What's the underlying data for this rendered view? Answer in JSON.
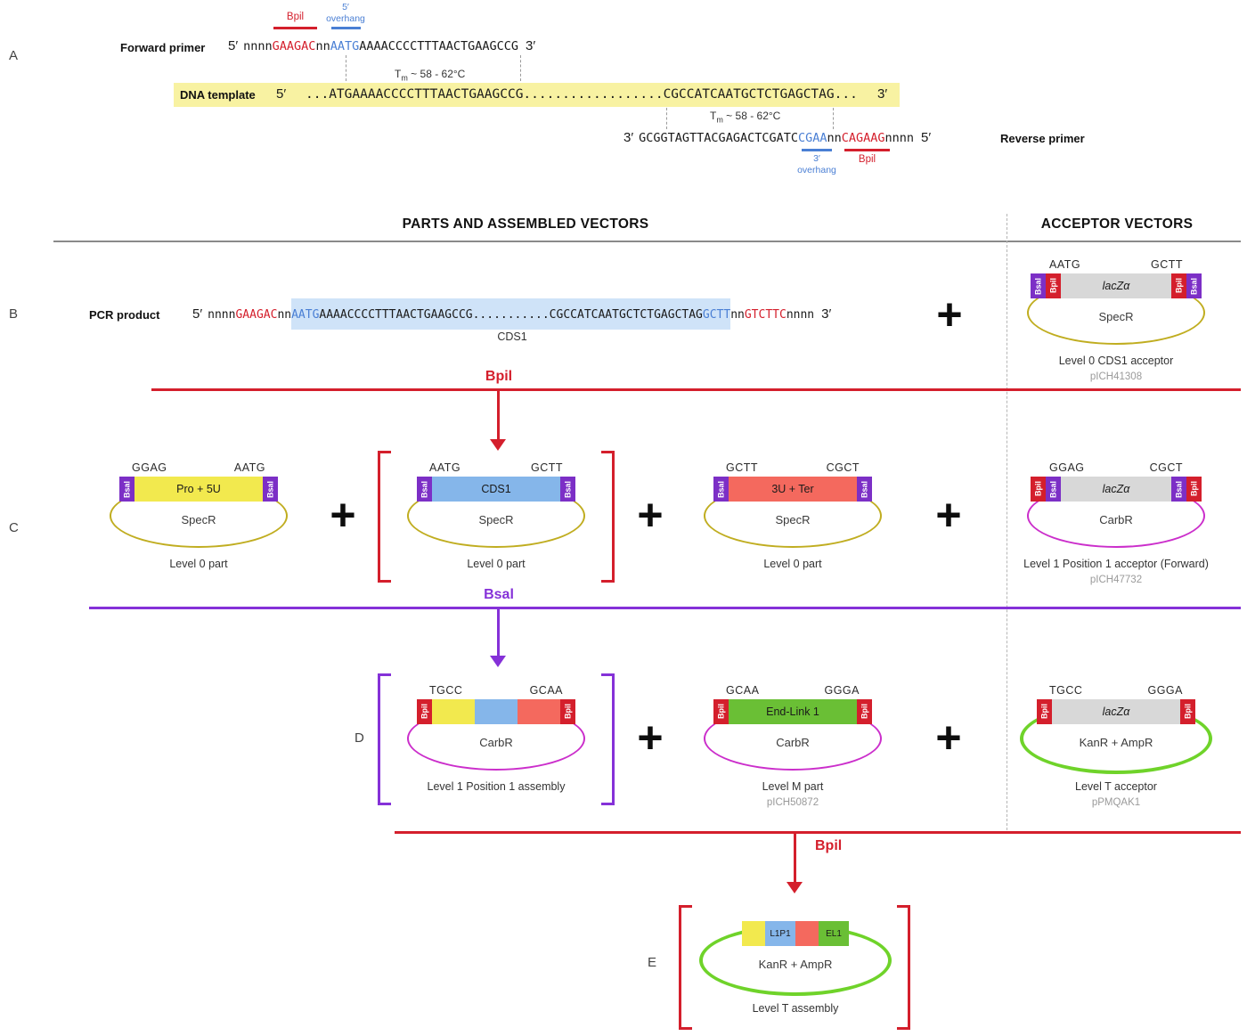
{
  "plus": "+",
  "headers": {
    "left": "PARTS AND ASSEMBLED VECTORS",
    "right": "ACCEPTOR VECTORS"
  },
  "step1": {
    "enzyme": "Bpil"
  },
  "step2": {
    "enzyme": "Bsal"
  },
  "step3": {
    "enzyme": "Bpil"
  },
  "panelA": {
    "label": "A",
    "tm": {
      "t": "T",
      "sub": "m",
      "rest": " ~ 58 - 62°C"
    },
    "forward": {
      "label": "Forward primer",
      "bpil_tag": "Bpil",
      "overhang_tag1": "5′",
      "overhang_tag2": "overhang",
      "seq": {
        "p5": "5′",
        "n1": "nnnn",
        "bpil": "GAAGAC",
        "n2": "nn",
        "oh": "AATG",
        "body": "AAAACCCCTTTAACTGAAGCCG",
        "p3": "3′"
      }
    },
    "template": {
      "label": "DNA template",
      "p5": "5′",
      "seq": "...ATGAAAACCCCTTTAACTGAAGCCG..................CGCCATCAATGCTCTGAGCTAG...",
      "p3": "3′"
    },
    "reverse": {
      "label": "Reverse primer",
      "bpil_tag": "Bpil",
      "overhang_tag1": "3′",
      "overhang_tag2": "overhang",
      "seq": {
        "p3": "3′",
        "s1": "GCGGTAGTTACGAGACTCGATC",
        "oh": "CGAA",
        "n1": "nn",
        "bpil": "CAGAAG",
        "n2": "nnnn",
        "p5": "5′"
      }
    }
  },
  "panelB": {
    "label": "B",
    "pcr_label": "PCR product",
    "cds_label": "CDS1",
    "seq": {
      "p5": "5′",
      "n1": "nnnn",
      "r1": "GAAGAC",
      "n2": "nn",
      "oh1": "AATG",
      "body": "AAAACCCCTTTAACTGAAGCCG...........CGCCATCAATGCTCTGAGCTAG",
      "oh2": "GCTT",
      "n3": "nn",
      "r2": "GTCTTC",
      "n4": "nnnn",
      "p3": "3′"
    },
    "acceptor": {
      "oh_l": "AATG",
      "oh_r": "GCTT",
      "flag_outer": "Bsal",
      "flag_inner": "Bpil",
      "insert": "lacZα",
      "name": "SpecR",
      "caption": "Level 0 CDS1 acceptor",
      "plasmid_id": "pICH41308"
    }
  },
  "panelC": {
    "label": "C",
    "part1": {
      "oh_l": "GGAG",
      "oh_r": "AATG",
      "flag": "Bsal",
      "box": "Pro + 5U",
      "name": "SpecR",
      "caption": "Level 0 part"
    },
    "part2": {
      "oh_l": "AATG",
      "oh_r": "GCTT",
      "flag": "Bsal",
      "box": "CDS1",
      "name": "SpecR",
      "caption": "Level 0 part"
    },
    "part3": {
      "oh_l": "GCTT",
      "oh_r": "CGCT",
      "flag": "Bsal",
      "box": "3U + Ter",
      "name": "SpecR",
      "caption": "Level 0 part"
    },
    "acceptor": {
      "oh_l": "GGAG",
      "oh_r": "CGCT",
      "flag_outer": "Bpil",
      "flag_inner": "Bsal",
      "insert": "lacZα",
      "name": "CarbR",
      "caption": "Level 1 Position 1 acceptor (Forward)",
      "plasmid_id": "pICH47732"
    }
  },
  "panelD": {
    "label": "D",
    "assembly1": {
      "oh_l": "TGCC",
      "oh_r": "GCAA",
      "flag": "Bpil",
      "name": "CarbR",
      "caption": "Level 1 Position 1 assembly"
    },
    "part2": {
      "oh_l": "GCAA",
      "oh_r": "GGGA",
      "flag": "Bpil",
      "box": "End-Link 1",
      "name": "CarbR",
      "caption": "Level M part",
      "plasmid_id": "pICH50872"
    },
    "acceptor": {
      "oh_l": "TGCC",
      "oh_r": "GGGA",
      "flag": "Bpil",
      "insert": "lacZα",
      "name": "KanR + AmpR",
      "caption": "Level T acceptor",
      "plasmid_id": "pPMQAK1"
    }
  },
  "panelE": {
    "label": "E",
    "assembly": {
      "seg2": "L1P1",
      "seg4": "EL1",
      "name": "KanR + AmpR",
      "caption": "Level T assembly"
    }
  },
  "colors": {
    "bpil_red": "#d41f2c",
    "bsal_purple": "#7c2fc6",
    "overhang_blue": "#4a7fd4",
    "part_yellow": "#f2e94e",
    "part_blue": "#85b6ea",
    "part_salmon": "#f4695e",
    "part_green": "#6abf35",
    "insert_gray": "#d8d8d8",
    "specr_backbone": "#c0ad20",
    "carbr_backbone": "#cb2ecb",
    "kanr_backbone": "#6fd32a",
    "template_highlight": "#f8f2a2",
    "cds_highlight": "#cfe3f8"
  }
}
